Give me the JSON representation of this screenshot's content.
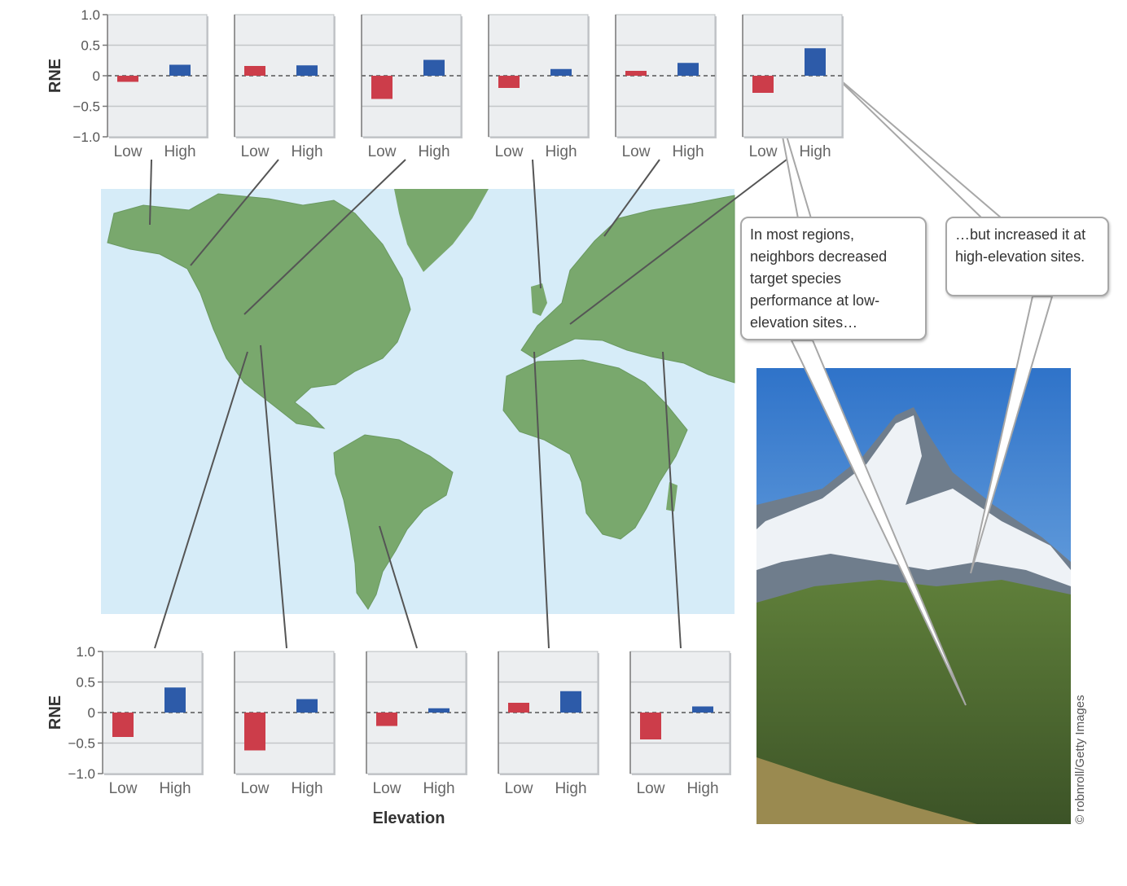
{
  "colors": {
    "low_bar": "#cc3d4a",
    "high_bar": "#2d5ba9",
    "panel_bg": "#eceef0",
    "ocean": "#d6ecf8",
    "land": "#79a86d"
  },
  "chart_data": [
    {
      "type": "bar",
      "position": "top",
      "categories": [
        "Low",
        "High"
      ],
      "values": [
        -0.1,
        0.18
      ],
      "ylim": [
        -1.0,
        1.0
      ],
      "yticks": [
        "1.0",
        "0.5",
        "0",
        "−0.5",
        "−1.0"
      ],
      "ylabel": "RNE",
      "xlabel": "",
      "grid": true
    },
    {
      "type": "bar",
      "position": "top",
      "categories": [
        "Low",
        "High"
      ],
      "values": [
        0.16,
        0.17
      ],
      "ylim": [
        -1.0,
        1.0
      ],
      "grid": true
    },
    {
      "type": "bar",
      "position": "top",
      "categories": [
        "Low",
        "High"
      ],
      "values": [
        -0.38,
        0.26
      ],
      "ylim": [
        -1.0,
        1.0
      ],
      "grid": true
    },
    {
      "type": "bar",
      "position": "top",
      "categories": [
        "Low",
        "High"
      ],
      "values": [
        -0.2,
        0.11
      ],
      "ylim": [
        -1.0,
        1.0
      ],
      "grid": true
    },
    {
      "type": "bar",
      "position": "top",
      "categories": [
        "Low",
        "High"
      ],
      "values": [
        0.08,
        0.21
      ],
      "ylim": [
        -1.0,
        1.0
      ],
      "grid": true
    },
    {
      "type": "bar",
      "position": "top",
      "categories": [
        "Low",
        "High"
      ],
      "values": [
        -0.28,
        0.45
      ],
      "ylim": [
        -1.0,
        1.0
      ],
      "grid": true
    },
    {
      "type": "bar",
      "position": "bottom",
      "categories": [
        "Low",
        "High"
      ],
      "values": [
        -0.4,
        0.41
      ],
      "ylim": [
        -1.0,
        1.0
      ],
      "yticks": [
        "1.0",
        "0.5",
        "0",
        "−0.5",
        "−1.0"
      ],
      "ylabel": "RNE",
      "xlabel": "",
      "grid": true
    },
    {
      "type": "bar",
      "position": "bottom",
      "categories": [
        "Low",
        "High"
      ],
      "values": [
        -0.62,
        0.22
      ],
      "ylim": [
        -1.0,
        1.0
      ],
      "grid": true
    },
    {
      "type": "bar",
      "position": "bottom",
      "categories": [
        "Low",
        "High"
      ],
      "values": [
        -0.22,
        0.07
      ],
      "ylim": [
        -1.0,
        1.0
      ],
      "grid": true
    },
    {
      "type": "bar",
      "position": "bottom",
      "categories": [
        "Low",
        "High"
      ],
      "values": [
        0.16,
        0.35
      ],
      "ylim": [
        -1.0,
        1.0
      ],
      "grid": true
    },
    {
      "type": "bar",
      "position": "bottom",
      "categories": [
        "Low",
        "High"
      ],
      "values": [
        -0.44,
        0.1
      ],
      "ylim": [
        -1.0,
        1.0
      ],
      "grid": true
    }
  ],
  "shared_xlabel": "Elevation",
  "callouts": {
    "low_elevation": "In most regions, neighbors decreased target species performance at low-elevation sites…",
    "high_elevation": "…but increased it at high-elevation sites."
  },
  "photo_credit": "© robnroll/Getty Images"
}
